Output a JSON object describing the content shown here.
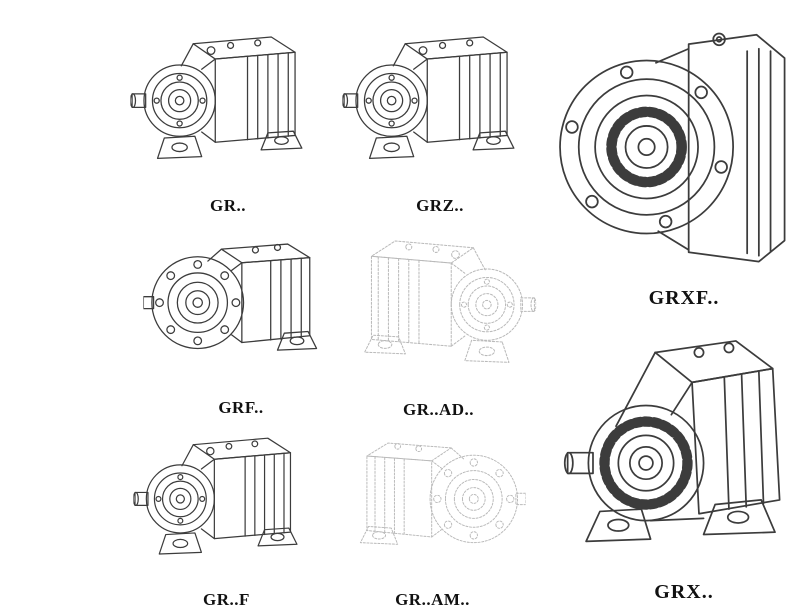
{
  "page": {
    "description": "Catalog sheet of GR series helical gear reducer models shown as technical line drawings"
  },
  "colors": {
    "line": "#3c3c3c",
    "ghost": "#b9b9b9",
    "label": "#111111",
    "bg": "#ffffff"
  },
  "products": {
    "gr": {
      "label": "GR.."
    },
    "grz": {
      "label": "GRZ.."
    },
    "grxf": {
      "label": "GRXF.."
    },
    "grf": {
      "label": "GRF.."
    },
    "grad": {
      "label": "GR..AD.."
    },
    "gr_f": {
      "label": "GR..F"
    },
    "gram": {
      "label": "GR..AM.."
    },
    "grx": {
      "label": "GRX.."
    }
  }
}
